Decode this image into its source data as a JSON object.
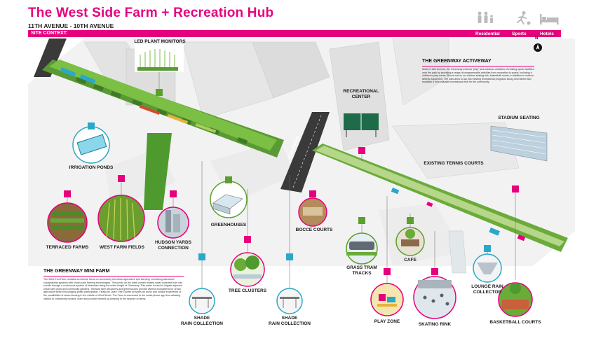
{
  "header": {
    "title": "The West Side Farm + Recreation Hub",
    "subtitle": "11TH AVENUE - 10TH AVENUE",
    "band_label": "SITE CONTEXT:"
  },
  "categories": [
    {
      "label": "Residential",
      "icon": "residential-family-icon"
    },
    {
      "label": "Sports",
      "icon": "sports-runner-icon"
    },
    {
      "label": "Hotels",
      "icon": "hotel-bed-icon"
    }
  ],
  "north_label": "N",
  "street_label": "10TH AVENUE",
  "callouts": {
    "led_plant_monitors": "LED PLANT MONITORS",
    "recreational_center": [
      "RECREATIONAL",
      "CENTER"
    ],
    "stadium_seating": "STADIUM SEATING",
    "existing_tennis_courts": "EXISTING TENNIS COURTS",
    "irrigation_ponds": "IRRIGATION PONDS",
    "greenhouses": "GREENHOUSES",
    "bocce_courts": "BOCCE COURTS",
    "terraced_farms": "TERRACED FARMS",
    "west_farm_fields": "WEST FARM FIELDS",
    "hudson_yards": [
      "HUDSON YARDS",
      "CONNECTION"
    ],
    "grass_tram_tracks": [
      "GRASS TRAM",
      "TRACKS"
    ],
    "cafe": "CAFE",
    "lounge_rain_collector": [
      "LOUNGE RAIN",
      "COLLECTOR"
    ],
    "shade_rain_collection_1": [
      "SHADE",
      "RAIN COLLECTION"
    ],
    "tree_clusters": "TREE CLUSTERS",
    "shade_rain_collection_2": [
      "SHADE",
      "RAIN COLLECTION"
    ],
    "play_zone": "PLAY ZONE",
    "skating_rink": "SKATING RINK",
    "basketball_courts": "BASKETBALL COURTS"
  },
  "activeway": {
    "title": "THE GREENWAY ACTIVEWAY",
    "text": "West of 10th Avenue, the Greenway extends \"play\" and outdoors activities of existing sports facilities onto the park by providing a range of programmable activities from recreation to sports, including a children's play corner, Bocce courts, an outdoor skating rink, basketball courts, in addition to outdoor athletic equipment. The park aims to tap into existing recreational programs along 42nd street and establish a new valuable recreational hub for the community."
  },
  "minifarm": {
    "title": "THE GREENWAY MINI FARM",
    "text": "The West End Farm contains an intense focus on community led urban agriculture and learning, combining advanced sustainability systems with small scale farming technologies. The ponds on the west contain treated water collected from rain runoffs through a continuous system of bioswales along the entire length of Greenway. This water is used to irrigate adjacent urban farm plots and community gardens. Terraced farm structures and greenhouses provide diverse ecosystems for urban agriculture while encouraging public participation. Finally an Open Tree Cluster provides an iconic and unique experience of the possibilities of urban farming in the middle of 42nd Street. The Farm is connected to the smart-phone app thus allowing visitors to collectively monitor, learn and provide needed up-keeping to the network of farms."
  },
  "colors": {
    "accent": "#e6007e",
    "water": "#2aa8c8",
    "green": "#5aa02c",
    "building": "#d9d9d9"
  }
}
